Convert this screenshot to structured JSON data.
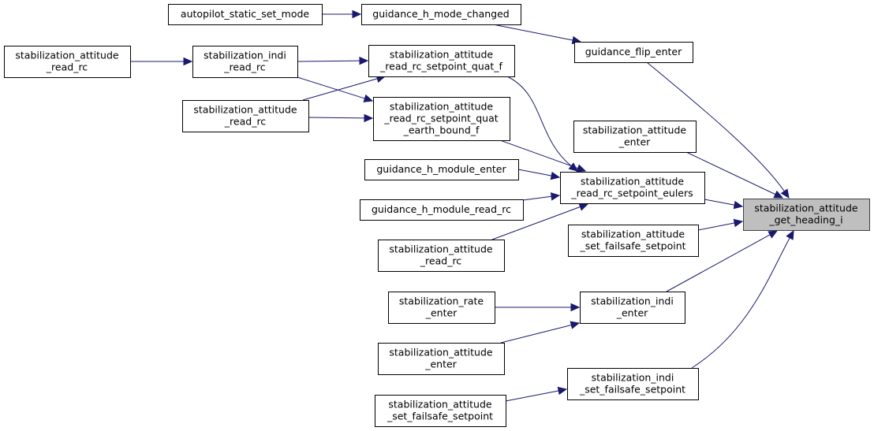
{
  "diagram": {
    "type": "doxygen-caller-graph",
    "edge_color": "#191970",
    "root_fill": "#bfbfbf",
    "nodes": [
      {
        "id": "root",
        "lines": [
          "stabilization_attitude",
          "_get_heading_i"
        ],
        "root": true
      },
      {
        "id": "autopilot_static_set_mode",
        "lines": [
          "autopilot_static_set_mode"
        ]
      },
      {
        "id": "guidance_h_mode_changed",
        "lines": [
          "guidance_h_mode_changed"
        ]
      },
      {
        "id": "guidance_flip_enter",
        "lines": [
          "guidance_flip_enter"
        ]
      },
      {
        "id": "sa_read_rc_1",
        "lines": [
          "stabilization_attitude",
          "_read_rc"
        ]
      },
      {
        "id": "indi_read_rc",
        "lines": [
          "stabilization_indi",
          "_read_rc"
        ]
      },
      {
        "id": "sa_read_rc_2",
        "lines": [
          "stabilization_attitude",
          "_read_rc"
        ]
      },
      {
        "id": "quat_f",
        "lines": [
          "stabilization_attitude",
          "_read_rc_setpoint_quat_f"
        ]
      },
      {
        "id": "quat_earth",
        "lines": [
          "stabilization_attitude",
          "_read_rc_setpoint_quat",
          "_earth_bound_f"
        ]
      },
      {
        "id": "sa_enter_1",
        "lines": [
          "stabilization_attitude",
          "_enter"
        ]
      },
      {
        "id": "gh_module_enter",
        "lines": [
          "guidance_h_module_enter"
        ]
      },
      {
        "id": "gh_module_read_rc",
        "lines": [
          "guidance_h_module_read_rc"
        ]
      },
      {
        "id": "eulers",
        "lines": [
          "stabilization_attitude",
          "_read_rc_setpoint_eulers"
        ]
      },
      {
        "id": "sa_read_rc_3",
        "lines": [
          "stabilization_attitude",
          "_read_rc"
        ]
      },
      {
        "id": "sa_failsafe_1",
        "lines": [
          "stabilization_attitude",
          "_set_failsafe_setpoint"
        ]
      },
      {
        "id": "rate_enter",
        "lines": [
          "stabilization_rate",
          "_enter"
        ]
      },
      {
        "id": "indi_enter",
        "lines": [
          "stabilization_indi",
          "_enter"
        ]
      },
      {
        "id": "sa_enter_2",
        "lines": [
          "stabilization_attitude",
          "_enter"
        ]
      },
      {
        "id": "indi_failsafe",
        "lines": [
          "stabilization_indi",
          "_set_failsafe_setpoint"
        ]
      },
      {
        "id": "sa_failsafe_2",
        "lines": [
          "stabilization_attitude",
          "_set_failsafe_setpoint"
        ]
      }
    ],
    "edges": [
      {
        "from": "autopilot_static_set_mode",
        "to": "guidance_h_mode_changed"
      },
      {
        "from": "guidance_h_mode_changed",
        "to": "guidance_flip_enter"
      },
      {
        "from": "guidance_flip_enter",
        "to": "root"
      },
      {
        "from": "sa_read_rc_1",
        "to": "indi_read_rc"
      },
      {
        "from": "indi_read_rc",
        "to": "quat_f"
      },
      {
        "from": "indi_read_rc",
        "to": "quat_earth"
      },
      {
        "from": "sa_read_rc_2",
        "to": "quat_f"
      },
      {
        "from": "sa_read_rc_2",
        "to": "quat_earth"
      },
      {
        "from": "quat_f",
        "to": "eulers"
      },
      {
        "from": "quat_earth",
        "to": "eulers"
      },
      {
        "from": "gh_module_enter",
        "to": "eulers"
      },
      {
        "from": "gh_module_read_rc",
        "to": "eulers"
      },
      {
        "from": "sa_read_rc_3",
        "to": "eulers"
      },
      {
        "from": "sa_enter_1",
        "to": "root"
      },
      {
        "from": "eulers",
        "to": "root"
      },
      {
        "from": "sa_failsafe_1",
        "to": "root"
      },
      {
        "from": "rate_enter",
        "to": "indi_enter"
      },
      {
        "from": "sa_enter_2",
        "to": "indi_enter"
      },
      {
        "from": "indi_enter",
        "to": "root"
      },
      {
        "from": "sa_failsafe_2",
        "to": "indi_failsafe"
      },
      {
        "from": "indi_failsafe",
        "to": "root"
      }
    ]
  }
}
